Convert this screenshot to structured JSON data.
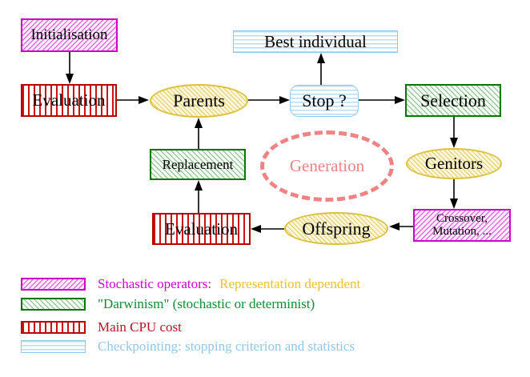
{
  "nodes": {
    "initialisation": {
      "label": "Initialisation"
    },
    "evaluation_top": {
      "label": "Evaluation"
    },
    "parents": {
      "label": "Parents"
    },
    "best_individual": {
      "label": "Best individual"
    },
    "stop": {
      "label": "Stop ?"
    },
    "selection": {
      "label": "Selection"
    },
    "genitors": {
      "label": "Genitors"
    },
    "crossover_mutation": {
      "line1": "Crossover,",
      "line2": "Mutation, ..."
    },
    "offspring": {
      "label": "Offspring"
    },
    "evaluation_bottom": {
      "label": "Evaluation"
    },
    "replacement": {
      "label": "Replacement"
    },
    "generation": {
      "label": "Generation"
    }
  },
  "legend": {
    "items": [
      {
        "swatch": "magenta-diagonal-hatch",
        "label": "Stochastic operators:",
        "label2": "Representation dependent"
      },
      {
        "swatch": "green-diagonal-hatch",
        "label": "\"Darwinism\" (stochastic or determinist)",
        "label2": ""
      },
      {
        "swatch": "red-vertical-stripes",
        "label": "Main CPU cost",
        "label2": ""
      },
      {
        "swatch": "cyan-horizontal-stripes",
        "label": "Checkpointing: stopping criterion and statistics",
        "label2": ""
      }
    ]
  },
  "colors": {
    "magenta": "#cc00cc",
    "green": "#007700",
    "red": "#bb0000",
    "cyan_border": "#90c8e8",
    "yellow_border": "#dcc23c",
    "salmon_generation": "#ef8383",
    "legend_gold_text": "#eec22a",
    "legend_green_text": "#0f8c32",
    "legend_red_text": "#bb1022",
    "legend_blue_text": "#8fc8e8",
    "node_text": "#000000"
  }
}
